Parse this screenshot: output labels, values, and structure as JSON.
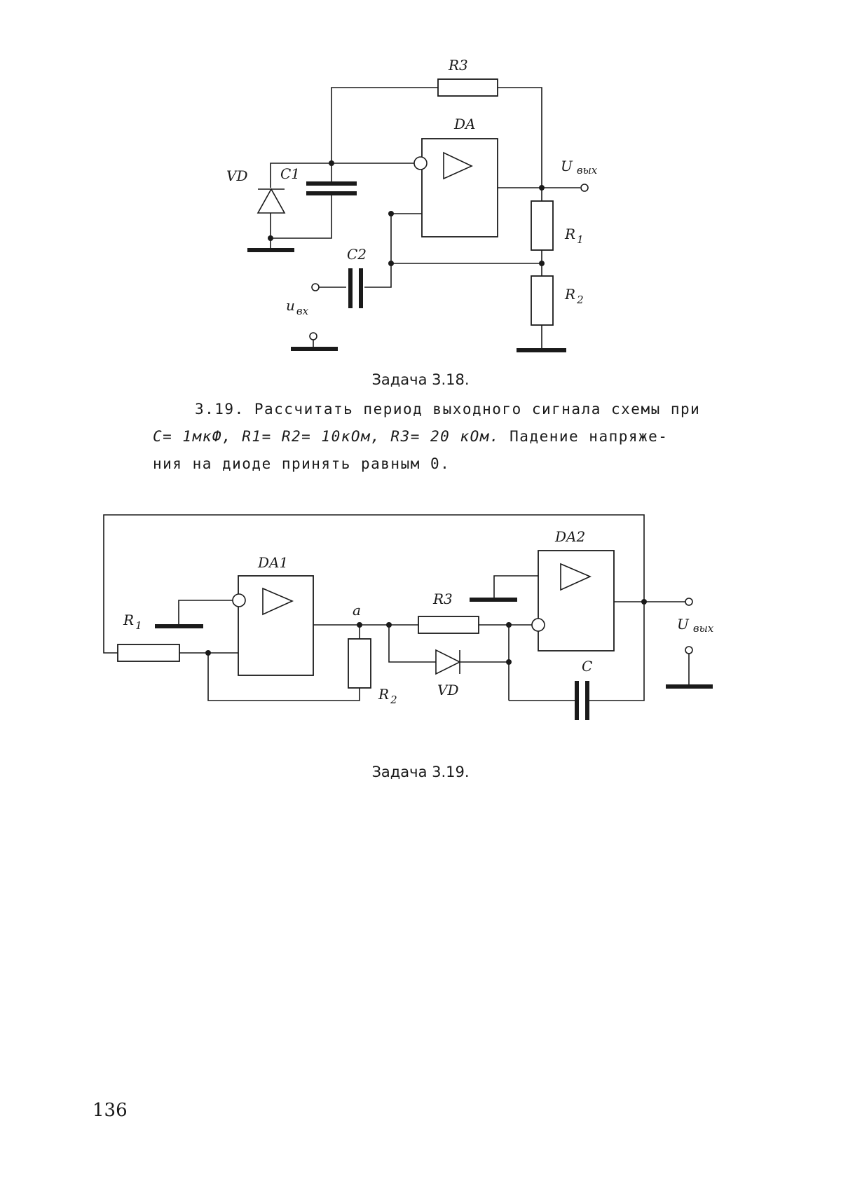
{
  "figure1": {
    "labels": {
      "r3": "R3",
      "da": "DA",
      "vd": "VD",
      "c1": "C1",
      "c2": "C2",
      "u_out": "U",
      "u_out_sub": "вых",
      "r1": "R",
      "r1_sub": "1",
      "r2": "R",
      "r2_sub": "2",
      "u_in": "u",
      "u_in_sub": "вх"
    },
    "caption": "Задача 3.18."
  },
  "problem": {
    "line1": "3.19. Рассчитать период выходного сигнала схемы при",
    "params": "C= 1мкФ, R1= R2= 10кОм, R3= 20 кОм.",
    "line2_rest": " Падение напряже-",
    "line3": "ния на диоде принять равным 0."
  },
  "figure2": {
    "labels": {
      "da1": "DA1",
      "da2": "DA2",
      "r1": "R",
      "r1_sub": "1",
      "r2": "R",
      "r2_sub": "2",
      "r3": "R3",
      "vd": "VD",
      "c": "C",
      "a": "a",
      "u_out": "U",
      "u_out_sub": "вых"
    },
    "caption": "Задача 3.19."
  },
  "page_number": "136"
}
